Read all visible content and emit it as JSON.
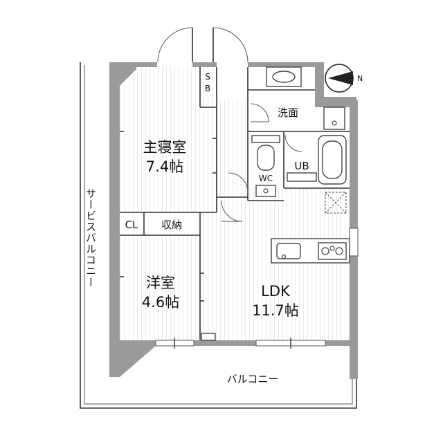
{
  "rooms": {
    "master_bedroom": {
      "name": "主寝室",
      "size": "7.4帖"
    },
    "western_room": {
      "name": "洋室",
      "size": "4.6帖"
    },
    "ldk": {
      "name": "LDK",
      "size": "11.7帖"
    }
  },
  "labels": {
    "closet": "CL",
    "storage": "収納",
    "shoe_box": "SB",
    "washroom": "洗面",
    "unit_bath": "UB",
    "toilet": "WC",
    "balcony": "バルコニー",
    "service_balcony": "サービスバルコニー",
    "north": "N"
  },
  "colors": {
    "wall": "#9a9a9a",
    "floor_stripe": "#e4e4e4",
    "line": "#333333"
  }
}
